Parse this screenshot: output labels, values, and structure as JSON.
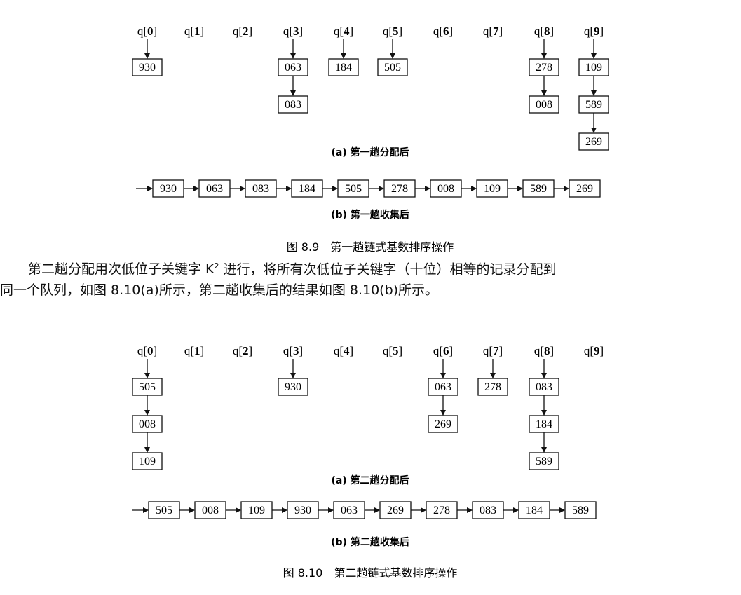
{
  "figure1": {
    "queue_labels": [
      "q[0]",
      "q[1]",
      "q[2]",
      "q[3]",
      "q[4]",
      "q[5]",
      "q[6]",
      "q[7]",
      "q[8]",
      "q[9]"
    ],
    "distribution": [
      [
        "930"
      ],
      [],
      [],
      [
        "063",
        "083"
      ],
      [
        "184"
      ],
      [
        "505"
      ],
      [],
      [],
      [
        "278",
        "008"
      ],
      [
        "109",
        "589",
        "269"
      ]
    ],
    "caption_a": "(a) 第一趟分配后",
    "collection": [
      "930",
      "063",
      "083",
      "184",
      "505",
      "278",
      "008",
      "109",
      "589",
      "269"
    ],
    "caption_b": "(b) 第一趟收集后",
    "figure_caption": "图 8.9　第一趟链式基数排序操作"
  },
  "paragraph": {
    "line1_before_sup": "第二趟分配用次低位子关键字 K",
    "sup": "2",
    "line1_after_sup": " 进行，将所有次低位子关键字（十位）相等的记录分配到",
    "line2": "同一个队列，如图 8.10(a)所示，第二趟收集后的结果如图 8.10(b)所示。"
  },
  "figure2": {
    "queue_labels": [
      "q[0]",
      "q[1]",
      "q[2]",
      "q[3]",
      "q[4]",
      "q[5]",
      "q[6]",
      "q[7]",
      "q[8]",
      "q[9]"
    ],
    "distribution": [
      [
        "505",
        "008",
        "109"
      ],
      [],
      [],
      [
        "930"
      ],
      [],
      [],
      [
        "063",
        "269"
      ],
      [
        "278"
      ],
      [
        "083",
        "184",
        "589"
      ],
      []
    ],
    "caption_a": "(a) 第二趟分配后",
    "collection": [
      "505",
      "008",
      "109",
      "930",
      "063",
      "269",
      "278",
      "083",
      "184",
      "589"
    ],
    "caption_b": "(b) 第二趟收集后",
    "figure_caption": "图 8.10　第二趟链式基数排序操作"
  }
}
